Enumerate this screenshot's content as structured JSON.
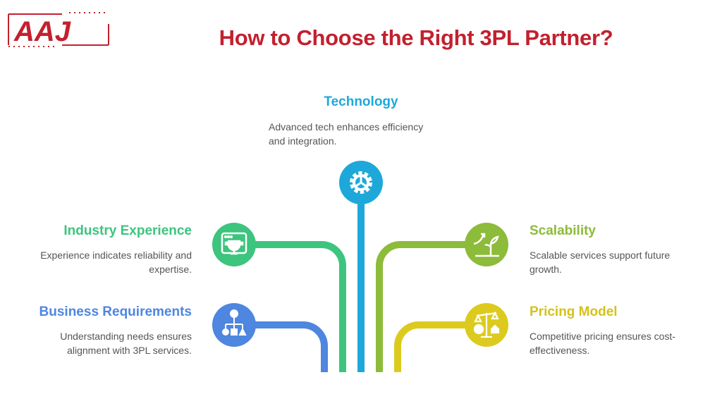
{
  "logo": {
    "text": "AAJ"
  },
  "title": "How to Choose the Right 3PL Partner?",
  "colors": {
    "title": "#C3202E",
    "technology": "#1EA8DA",
    "industry": "#3DC47E",
    "business": "#4E86E0",
    "scalability": "#8DBB3A",
    "pricing": "#DCCB1E"
  },
  "items": {
    "technology": {
      "heading": "Technology",
      "line1": "Advanced tech enhances efficiency",
      "line2": "and integration.",
      "icon": "gear-icon"
    },
    "industry": {
      "heading": "Industry Experience",
      "line1": "Experience indicates reliability and",
      "line2": "expertise.",
      "icon": "trophy-window-icon"
    },
    "business": {
      "heading": "Business Requirements",
      "line1": "Understanding needs ensures",
      "line2": "alignment with 3PL services.",
      "icon": "idea-flowchart-icon"
    },
    "scalability": {
      "heading": "Scalability",
      "line1": "Scalable services support future",
      "line2": "growth.",
      "icon": "growth-plant-icon"
    },
    "pricing": {
      "heading": "Pricing Model",
      "line1": "Competitive pricing ensures cost-",
      "line2": "effectiveness.",
      "icon": "balance-scale-icon"
    }
  }
}
